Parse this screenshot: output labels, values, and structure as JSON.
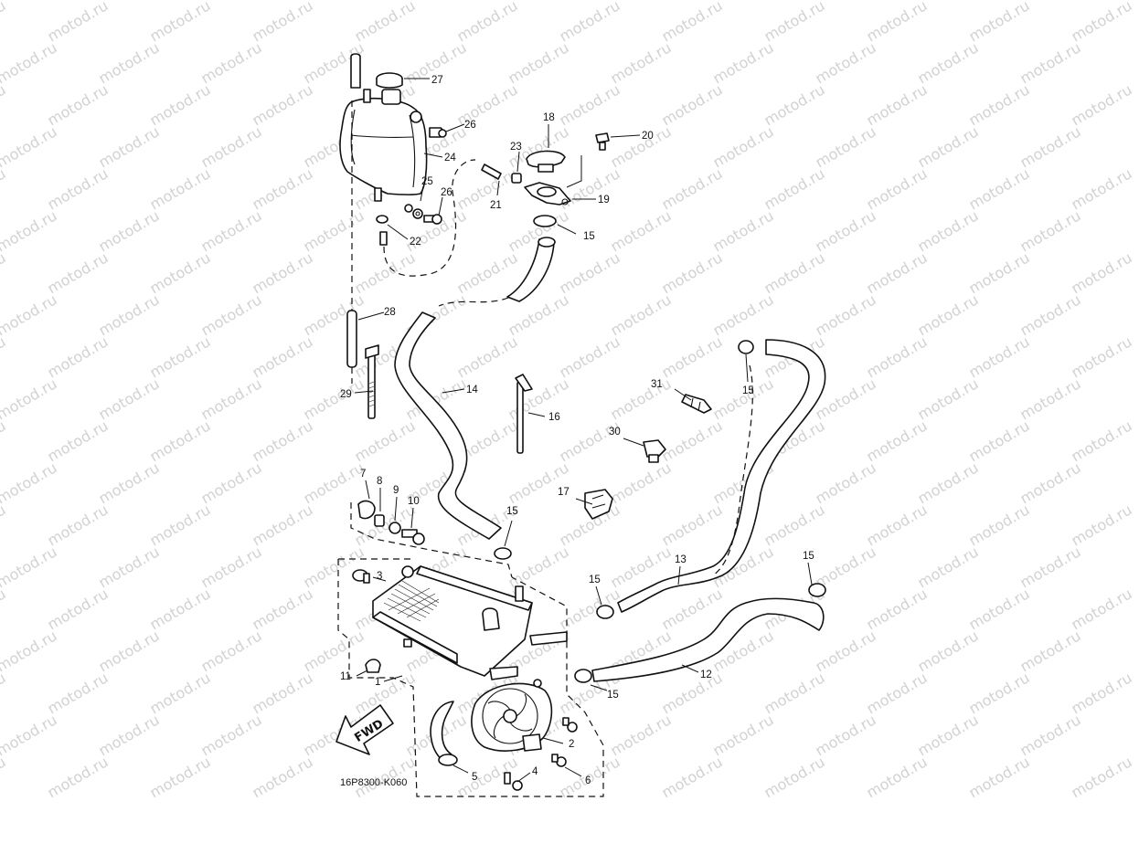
{
  "watermark": "motod.ru",
  "diagram_code": "16P8300-K060",
  "fwd_label": "FWD",
  "callouts": {
    "c1": "1",
    "c2": "2",
    "c3": "3",
    "c4": "4",
    "c5": "5",
    "c6": "6",
    "c7": "7",
    "c8": "8",
    "c9": "9",
    "c10": "10",
    "c11": "11",
    "c12": "12",
    "c13": "13",
    "c14": "14",
    "c15a": "15",
    "c15b": "15",
    "c15c": "15",
    "c15d": "15",
    "c15e": "15",
    "c15f": "15",
    "c16": "16",
    "c17": "17",
    "c18": "18",
    "c19": "19",
    "c20": "20",
    "c21": "21",
    "c22": "22",
    "c23": "23",
    "c24": "24",
    "c25": "25",
    "c26a": "26",
    "c26b": "26",
    "c27": "27",
    "c28": "28",
    "c29": "29",
    "c30": "30",
    "c31": "31"
  }
}
